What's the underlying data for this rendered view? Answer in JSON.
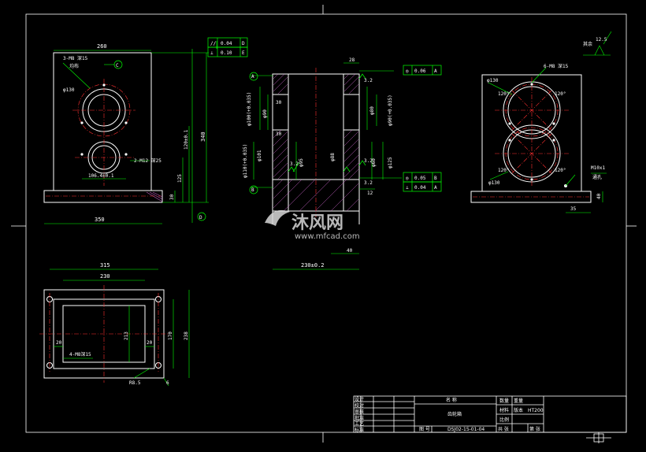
{
  "colors": {
    "background": "#000000",
    "outline": "#ffffff",
    "dimension": "#00ff00",
    "center": "#ff3030",
    "hatch": "#c060c0"
  },
  "front_view": {
    "width": "260",
    "base_width": "350",
    "holes_top": "3-M8 深15",
    "holes_top_note": "均布",
    "bore_top": "φ130",
    "holes_bottom": "2-M12 深25",
    "spacing": "106.4±0.1",
    "h_bore": "120±0.1",
    "h_total": "340",
    "h_low": "125",
    "h_base": "30",
    "datum_c": "C",
    "datum_d": "D",
    "tol1_sym": "//",
    "tol1_val": "0.04",
    "tol1_ref": "D",
    "tol2_sym": "⊥",
    "tol2_val": "0.10",
    "tol2_ref": "E"
  },
  "section_view": {
    "top_w": "28",
    "datum_a": "A",
    "datum_b": "B",
    "rough1": "3.2",
    "rough2": "3.2",
    "rough3": "3.2",
    "rough4": "3.2",
    "d1": "φ100(+0.035)",
    "d2": "φ90",
    "d3": "φ110(+0.035)",
    "d4": "φ101",
    "d5": "φ95",
    "d6": "φ88",
    "d7": "φ80",
    "d8": "φ90(+0.035)",
    "d9": "φ60",
    "d10": "φ125",
    "h30a": "30",
    "h30b": "30",
    "w_total": "230±0.2",
    "w_40": "40",
    "dim_12": "12",
    "tol_a_val": "0.06",
    "tol_a_ref": "A",
    "tol_b_val": "0.05",
    "tol_b_ref": "B",
    "tol_c_val": "0.04",
    "tol_c_ref": "A"
  },
  "side_view": {
    "holes": "6-M8 深15",
    "bore1": "φ130",
    "bore2": "φ130",
    "angles": [
      "120°",
      "120°",
      "120°",
      "120°"
    ],
    "thread": "M10x1",
    "thread_note": "通孔",
    "h40": "40",
    "w35": "35",
    "rough_all": "12.5",
    "rough_note": "其余"
  },
  "top_view": {
    "w1": "315",
    "w2": "230",
    "h1": "213",
    "h2": "170",
    "h3": "238",
    "d20a": "20",
    "d20b": "20",
    "holes": "4-M8深15",
    "radius": "R8.5",
    "dim6": "6"
  },
  "watermark": {
    "cn": "沐风网",
    "url": "www.mfcad.com"
  },
  "title_block": {
    "rows_left": [
      "设计",
      "校对",
      "审核",
      "批准",
      "工艺",
      "标准"
    ],
    "name_hdr": "名 称",
    "name": "齿轮箱",
    "code_lbl": "图 号",
    "code": "DSJ02-15-01-04",
    "qty_lbl": "数量",
    "mat_lbl": "材料",
    "material": "HT200",
    "scale_lbl": "比例",
    "sheet_lbl": "共 张",
    "page_lbl": "第 张",
    "weight_lbl": "重量",
    "ver_lbl": "版本"
  }
}
